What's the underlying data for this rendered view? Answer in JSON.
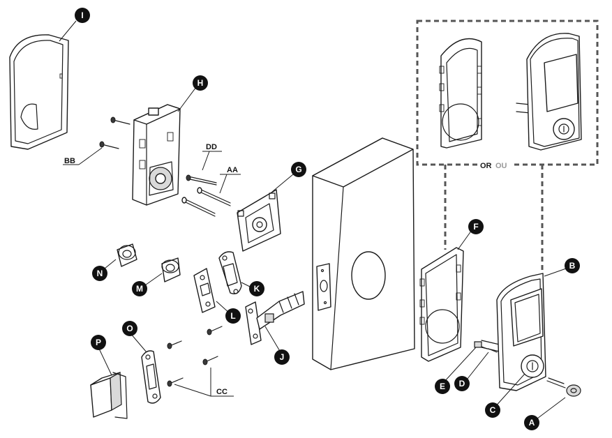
{
  "callouts": {
    "A": "A",
    "B": "B",
    "C": "C",
    "D": "D",
    "E": "E",
    "F": "F",
    "G": "G",
    "H": "H",
    "I": "I",
    "J": "J",
    "K": "K",
    "L": "L",
    "M": "M",
    "N": "N",
    "O": "O",
    "P": "P"
  },
  "screw_labels": {
    "AA": "AA",
    "BB": "BB",
    "CC": "CC",
    "DD": "DD"
  },
  "alternative": {
    "or_en": "OR",
    "or_fr": "OU",
    "or_en_color": "#1a1a1a",
    "or_fr_color": "#9a9a9a"
  },
  "colors": {
    "line": "#1a1a1a",
    "dashed_box": "#555555",
    "callout_fill": "#111111"
  }
}
